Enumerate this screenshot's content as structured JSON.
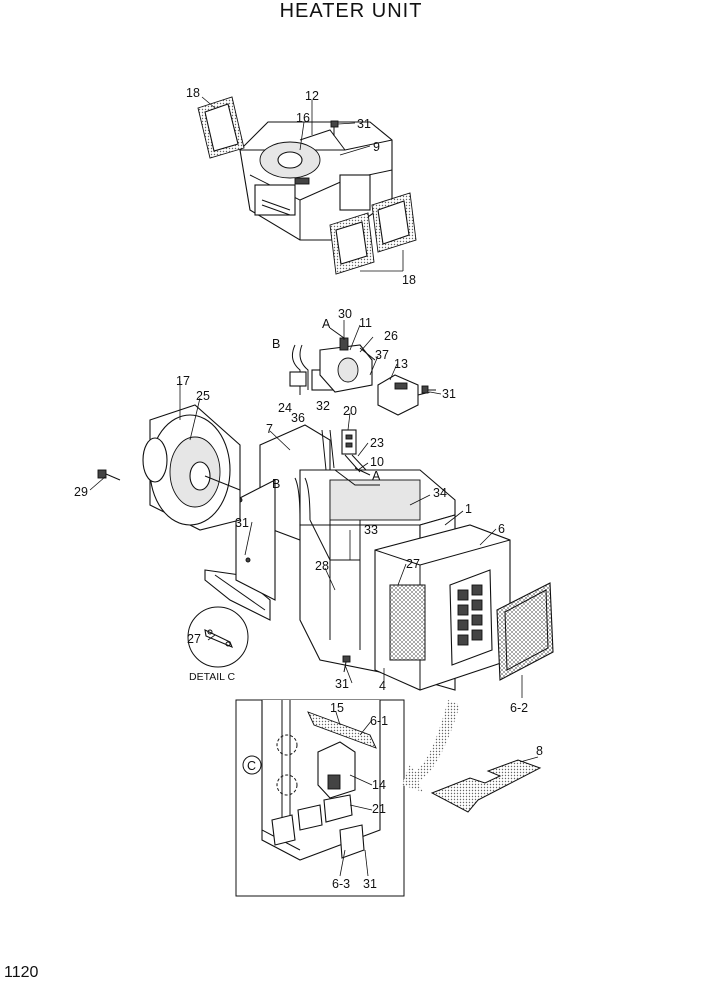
{
  "title": "HEATER UNIT",
  "page_number": "1120",
  "detail_label": "DETAIL C",
  "callouts": {
    "c1": "1",
    "c4": "4",
    "c6": "6",
    "c6_1": "6-1",
    "c6_2": "6-2",
    "c6_3": "6-3",
    "c7": "7",
    "c8": "8",
    "c9": "9",
    "c10": "10",
    "c11": "11",
    "c12": "12",
    "c13": "13",
    "c14": "14",
    "c15": "15",
    "c16": "16",
    "c17": "17",
    "c18a": "18",
    "c18b": "18",
    "c20": "20",
    "c21": "21",
    "c23": "23",
    "c24": "24",
    "c25": "25",
    "c26": "26",
    "c27a": "27",
    "c27b": "27",
    "c28": "28",
    "c29": "29",
    "c30": "30",
    "c31a": "31",
    "c31b": "31",
    "c31c": "31",
    "c31d": "31",
    "c31e": "31",
    "c32": "32",
    "c33": "33",
    "c34": "34",
    "c36": "36",
    "c37": "37"
  },
  "section_markers": {
    "a1": "A",
    "a2": "A",
    "b1": "B",
    "b2": "B",
    "c": "C"
  }
}
